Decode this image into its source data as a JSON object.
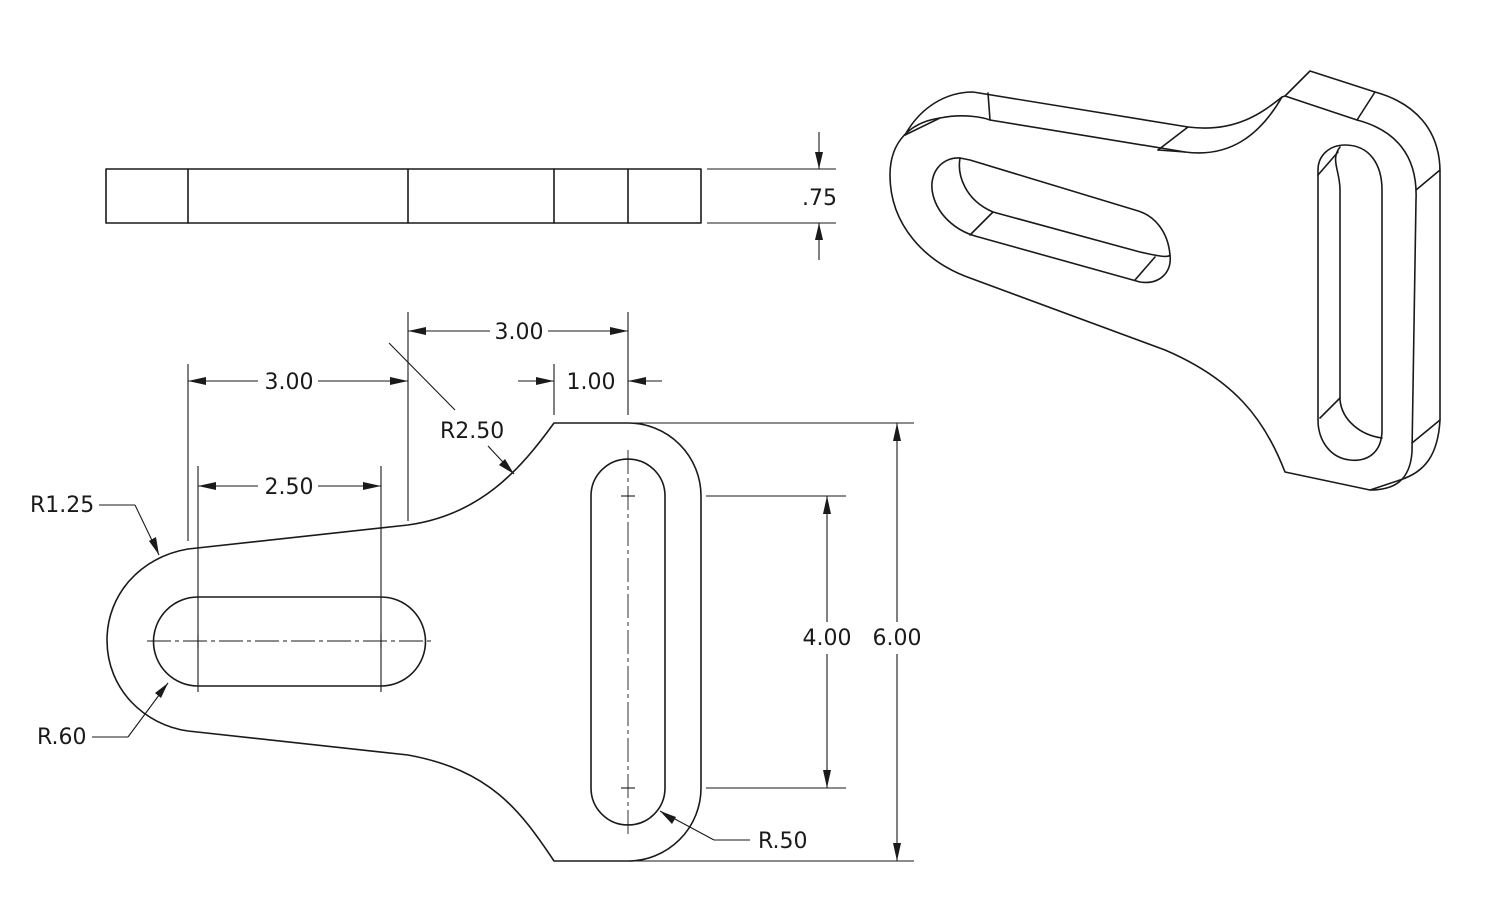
{
  "top_view": {
    "thickness": ".75"
  },
  "front_view": {
    "dims": {
      "d_3_00_a": "3.00",
      "d_3_00_b": "3.00",
      "d_1_00": "1.00",
      "d_2_50": "2.50",
      "d_4_00": "4.00",
      "d_6_00": "6.00"
    },
    "radii": {
      "r_2_50": "R2.50",
      "r_1_25": "R1.25",
      "r_60": "R.60",
      "r_50": "R.50"
    }
  }
}
